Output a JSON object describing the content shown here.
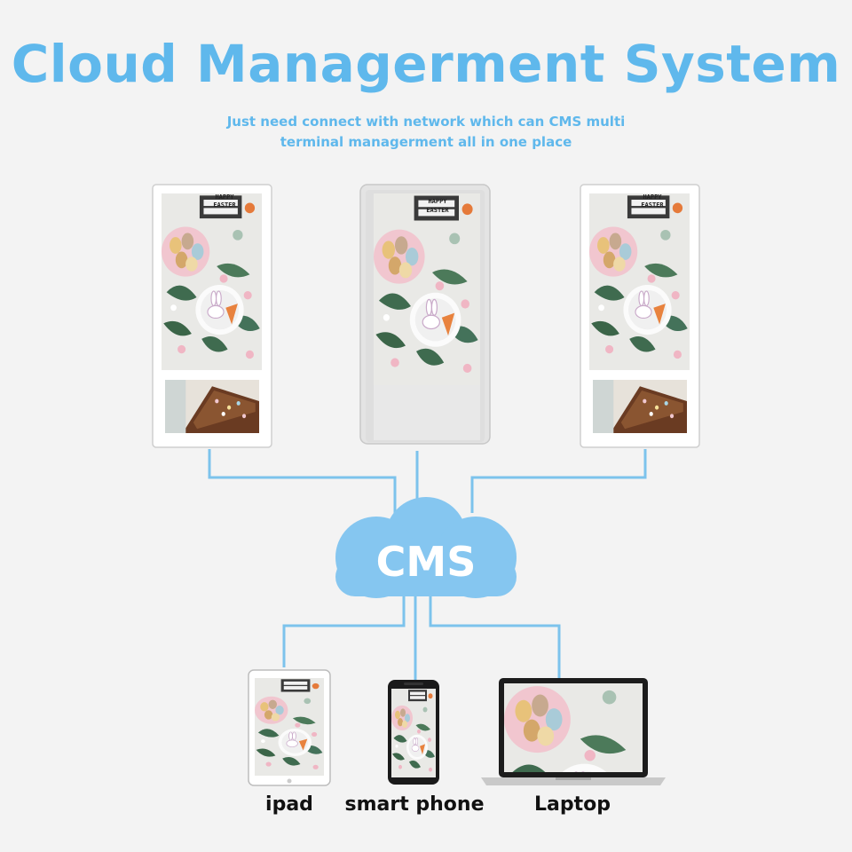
{
  "header": {
    "title": "Cloud Managerment System",
    "subtitle_line1": "Just need connect with network which can CMS multi",
    "subtitle_line2": "terminal managerment all in one place"
  },
  "hub": {
    "label": "CMS"
  },
  "screens": {
    "sign_text_line1": "HAPPY",
    "sign_text_line2": "EASTER"
  },
  "devices": {
    "ipad_label": "ipad",
    "phone_label": "smart phone",
    "laptop_label": "Laptop"
  },
  "colors": {
    "accent": "#5fb8ec",
    "connector": "#7cc3ec",
    "background": "#f3f3f3"
  }
}
